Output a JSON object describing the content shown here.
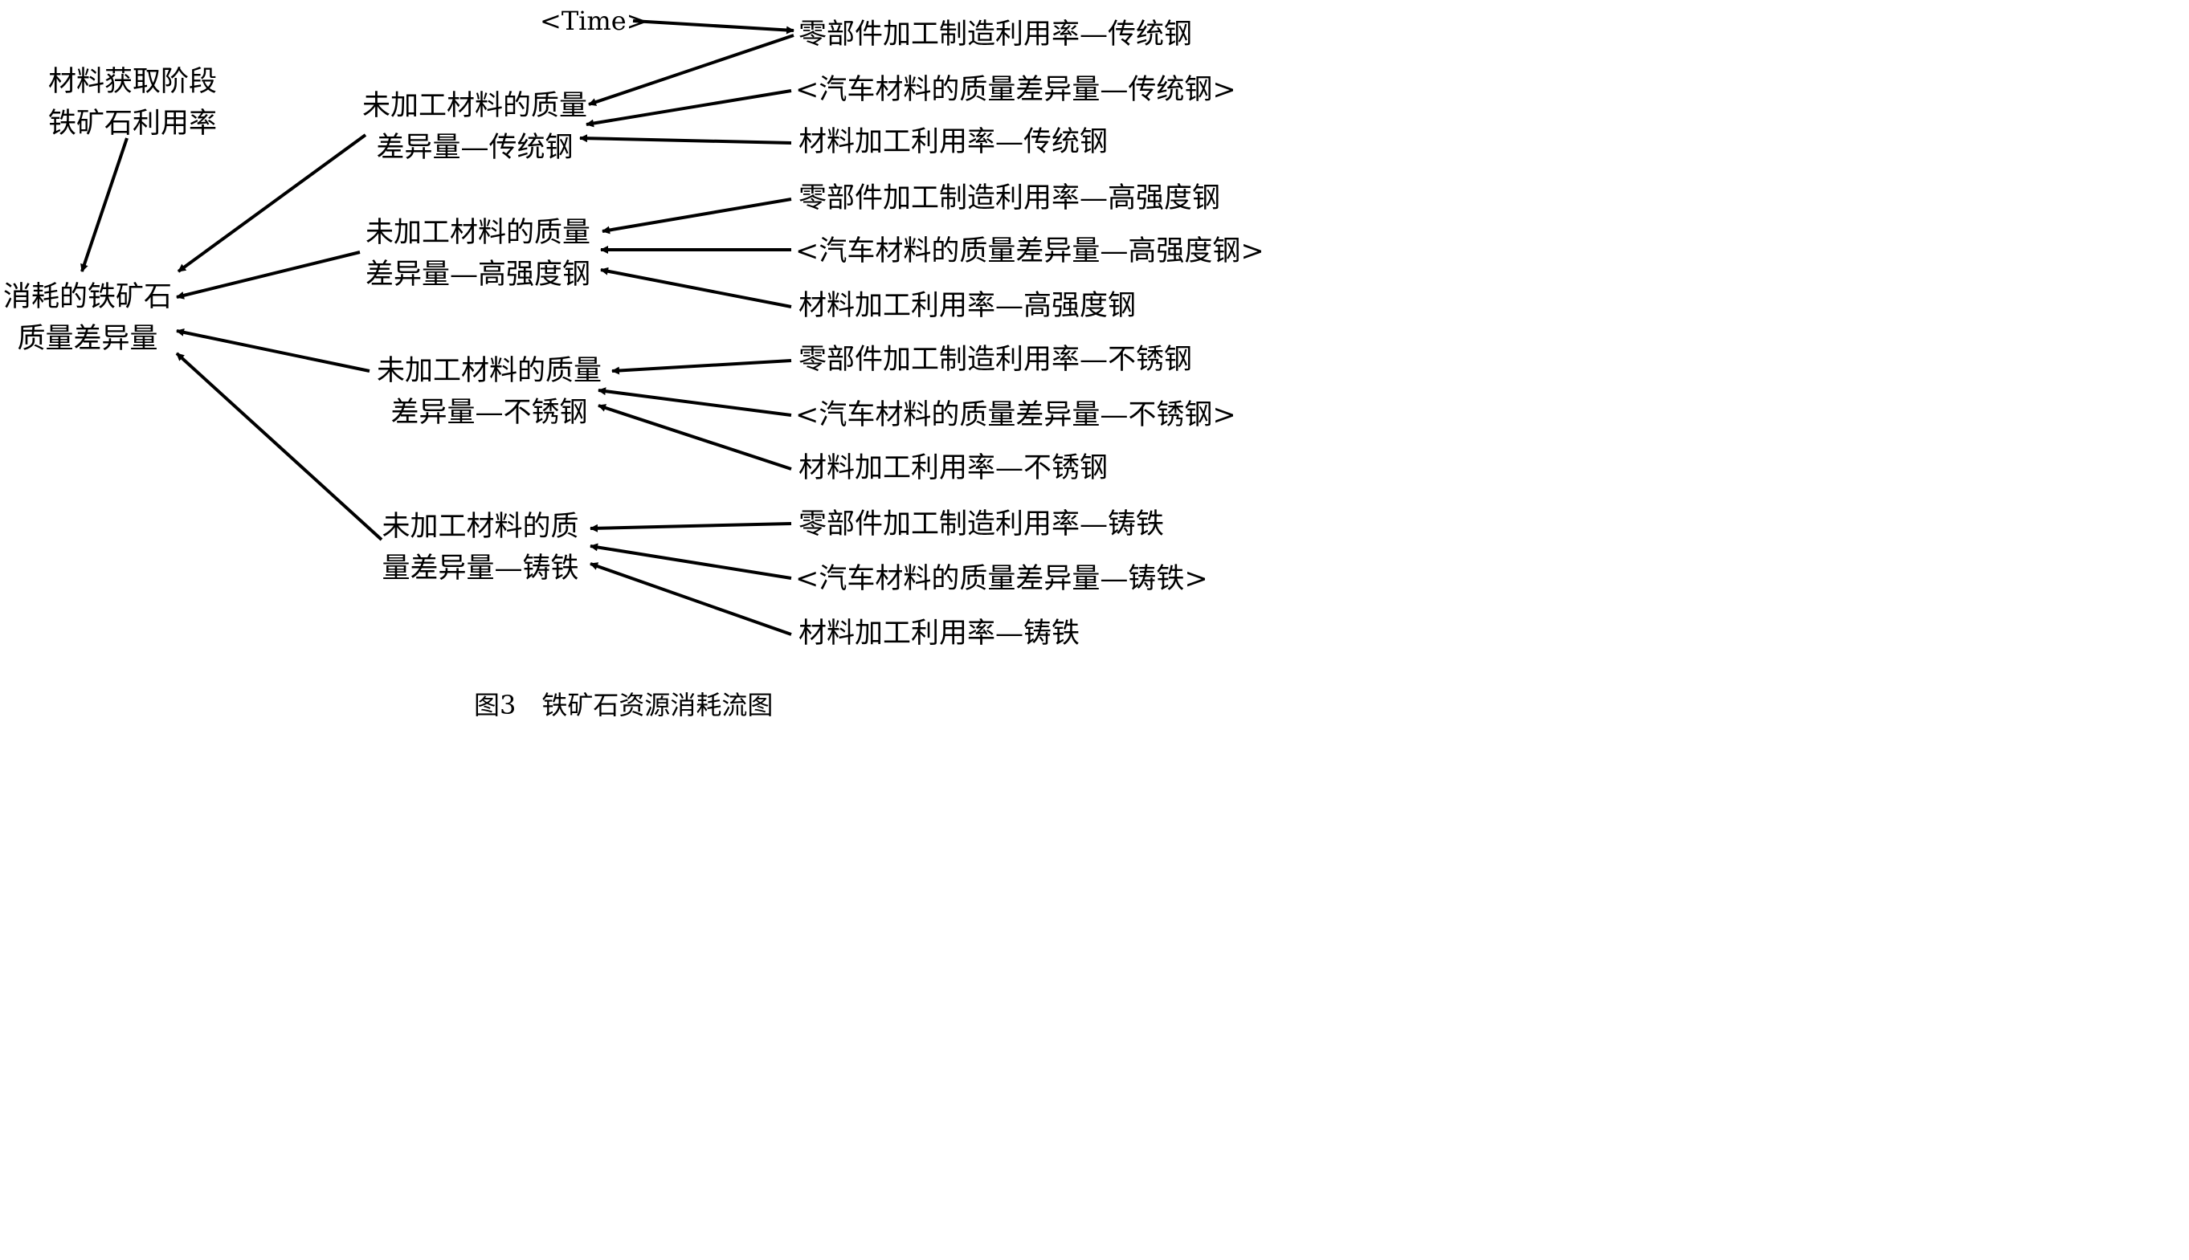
{
  "nodes": {
    "source_rate": [
      "材料获取阶段",
      "铁矿石利用率"
    ],
    "target": [
      "消耗的铁矿石",
      "质量差异量"
    ],
    "time": "<Time>",
    "groups": [
      {
        "middle": [
          "未加工材料的质量",
          "差异量—传统钢"
        ],
        "inputs": [
          "零部件加工制造利用率—传统钢",
          "<汽车材料的质量差异量—传统钢>",
          "材料加工利用率—传统钢"
        ]
      },
      {
        "middle": [
          "未加工材料的质量",
          "差异量—高强度钢"
        ],
        "inputs": [
          "零部件加工制造利用率—高强度钢",
          "<汽车材料的质量差异量—高强度钢>",
          "材料加工利用率—高强度钢"
        ]
      },
      {
        "middle": [
          "未加工材料的质量",
          "差异量—不锈钢"
        ],
        "inputs": [
          "零部件加工制造利用率—不锈钢",
          "<汽车材料的质量差异量—不锈钢>",
          "材料加工利用率—不锈钢"
        ]
      },
      {
        "middle": [
          "未加工材料的质",
          "量差异量—铸铁"
        ],
        "inputs": [
          "零部件加工制造利用率—铸铁",
          "<汽车材料的质量差异量—铸铁>",
          "材料加工利用率—铸铁"
        ]
      }
    ]
  },
  "caption": "图3　铁矿石资源消耗流图"
}
